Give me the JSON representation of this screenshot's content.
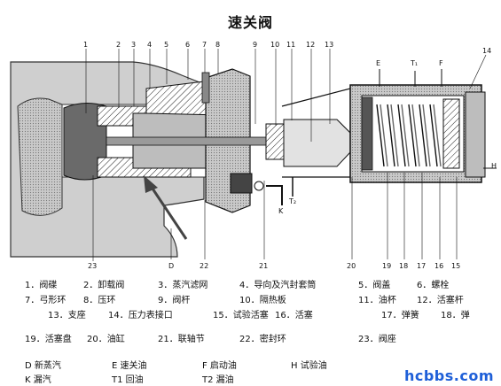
{
  "title": "速关阀",
  "part_numbers": {
    "n1": "1",
    "n2": "2",
    "n3": "3",
    "n4": "4",
    "n5": "5",
    "n6": "6",
    "n7": "7",
    "n8": "8",
    "n9": "9",
    "n10": "10",
    "n11": "11",
    "n12": "12",
    "n13": "13",
    "n14": "14",
    "n15": "15",
    "n16": "16",
    "n17": "17",
    "n18": "18",
    "n19": "19",
    "n20": "20",
    "n21": "21",
    "n22": "22",
    "n23": "23",
    "nD": "D"
  },
  "port_labels": {
    "E": "E",
    "T1": "T₁",
    "F": "F",
    "H": "H",
    "K": "K",
    "T2": "T₂"
  },
  "legend": [
    [
      "1．阀碟",
      "2．卸载阀",
      "3．蒸汽滤网",
      "4．导向及汽封套筒",
      "5．阀盖",
      "6．螺栓"
    ],
    [
      "7．弓形环",
      "8．压环",
      "9．阀杆",
      "10．隔热板",
      "11．油杯",
      "12．活塞杆"
    ],
    [
      "13．支座",
      "14．压力表接口",
      "15．试验活塞",
      "16．活塞",
      "17．弹簧",
      "18．弹"
    ],
    [
      "19．活塞盘",
      "20．油缸",
      "21．联轴节",
      "22．密封环",
      "23．阀座"
    ]
  ],
  "media": [
    [
      "D 新蒸汽",
      "E 速关油",
      "F 启动油",
      "H 试验油"
    ],
    [
      "K 漏汽",
      "T1 回油",
      "T2 漏油"
    ]
  ],
  "watermark": "hcbbs.com"
}
